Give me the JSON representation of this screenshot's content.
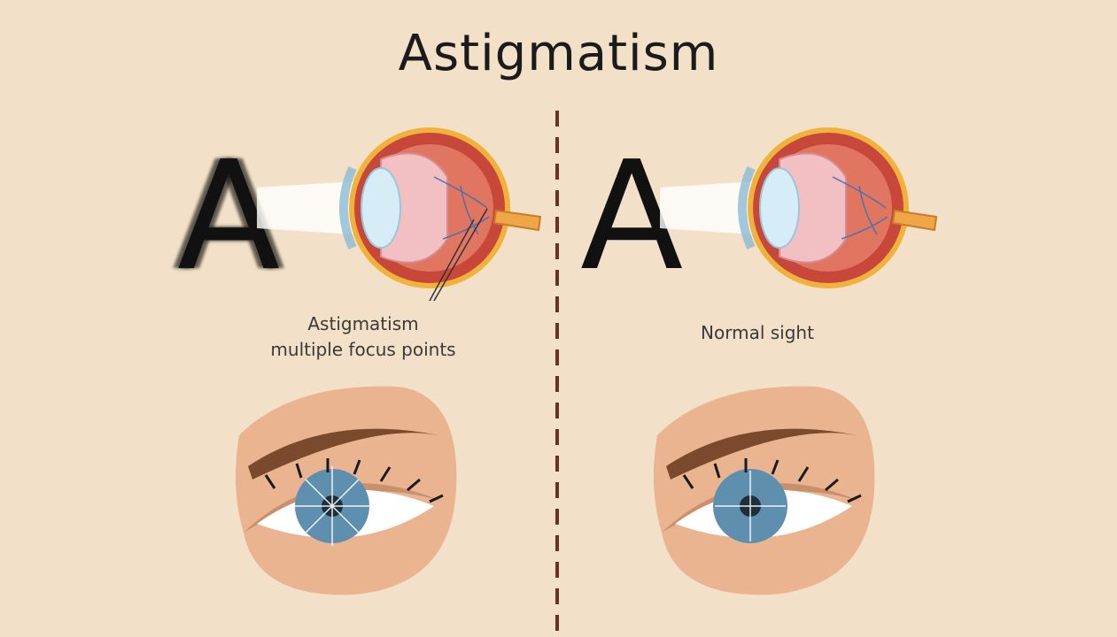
{
  "title": "Astigmatism",
  "left": {
    "letter": "A",
    "caption_line1": "Astigmatism",
    "caption_line2": "multiple focus points"
  },
  "right": {
    "letter": "A",
    "caption": "Normal sight"
  },
  "colors": {
    "background": "#f2e1c8",
    "divider": "#6a3226",
    "eyeball_wall": "#c7473a",
    "lens": "#d6ecf6",
    "skin": "#e9b48f",
    "iris": "#5f8fae"
  }
}
